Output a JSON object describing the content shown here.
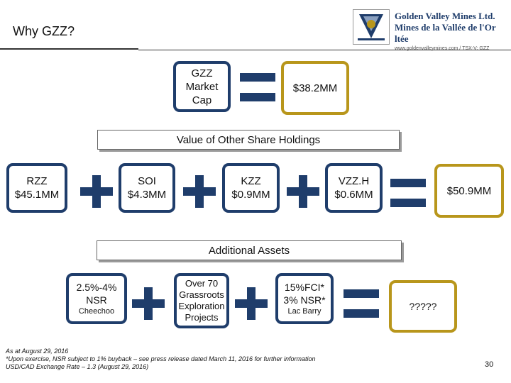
{
  "header": {
    "title": "Why GZZ?",
    "logo": {
      "line1": "Golden Valley Mines Ltd.",
      "line2": "Mines de la Vallée de l'Or ltée",
      "line3": "www.goldenvalleymines.com / TSX-V: GZZ"
    }
  },
  "top_row": {
    "market_cap_lines": [
      "GZZ",
      "Market",
      "Cap"
    ],
    "market_cap_value": "$38.2MM"
  },
  "share_holdings": {
    "banner": "Value of Other Share Holdings",
    "items": [
      {
        "ticker": "RZZ",
        "value": "$45.1MM"
      },
      {
        "ticker": "SOI",
        "value": "$4.3MM"
      },
      {
        "ticker": "KZZ",
        "value": "$0.9MM"
      },
      {
        "ticker": "VZZ.H",
        "value": "$0.6MM"
      }
    ],
    "total": "$50.9MM"
  },
  "additional_assets": {
    "banner": "Additional Assets",
    "nsr": {
      "line1": "2.5%-4%",
      "line2": "NSR",
      "sub": "Cheechoo"
    },
    "grassroots_lines": [
      "Over 70",
      "Grassroots",
      "Exploration",
      "Projects"
    ],
    "fci": {
      "line1": "15%FCI*",
      "line2": "3% NSR*",
      "sub": "Lac Barry"
    },
    "total": "?????"
  },
  "footer": {
    "line1": "As at August 29, 2016",
    "line2": "*Upon exercise, NSR subject to 1% buyback – see press release dated March 11, 2016 for further information",
    "line3": "USD/CAD Exchange Rate – 1.3 (August 29, 2016)",
    "page_number": "30"
  },
  "colors": {
    "navy": "#1f3d6b",
    "gold": "#b8961b"
  },
  "icons": [
    "plus-icon",
    "equals-icon",
    "logo-emblem-icon"
  ]
}
